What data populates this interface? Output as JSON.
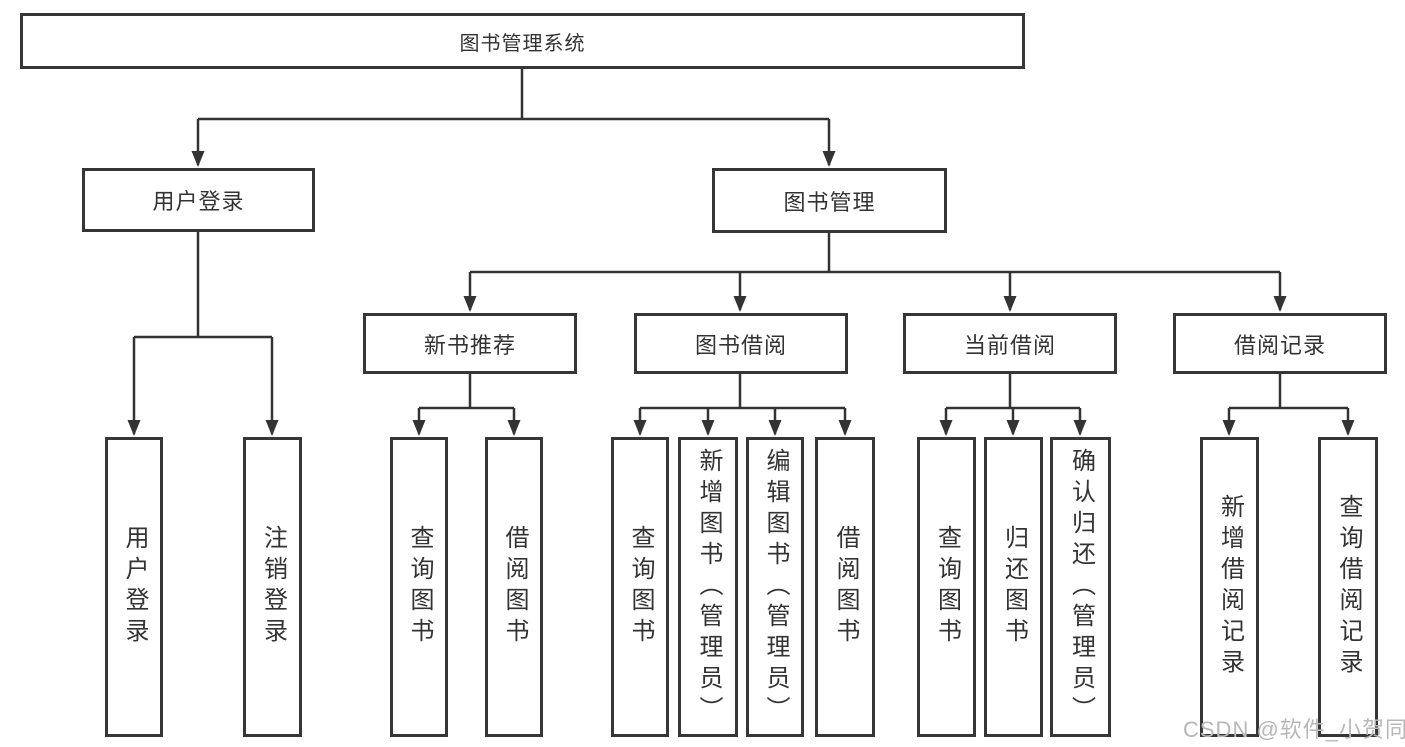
{
  "colors": {
    "line": "#333333",
    "border": "#363636",
    "text": "#333333",
    "watermark": "#b8b8b8",
    "background": "#ffffff"
  },
  "tree": {
    "root": "图书管理系统",
    "branches": [
      {
        "label": "用户登录",
        "children": [
          "用户登录",
          "注销登录"
        ]
      },
      {
        "label": "图书管理",
        "children": [
          {
            "label": "新书推荐",
            "children": [
              "查询图书",
              "借阅图书"
            ]
          },
          {
            "label": "图书借阅",
            "children": [
              "查询图书",
              "新增图书（管理员）",
              "编辑图书（管理员）",
              "借阅图书"
            ]
          },
          {
            "label": "当前借阅",
            "children": [
              "查询图书",
              "归还图书",
              "确认归还（管理员）"
            ]
          },
          {
            "label": "借阅记录",
            "children": [
              "新增借阅记录",
              "查询借阅记录"
            ]
          }
        ]
      }
    ]
  },
  "watermark": "CSDN @软件_小贺同学"
}
